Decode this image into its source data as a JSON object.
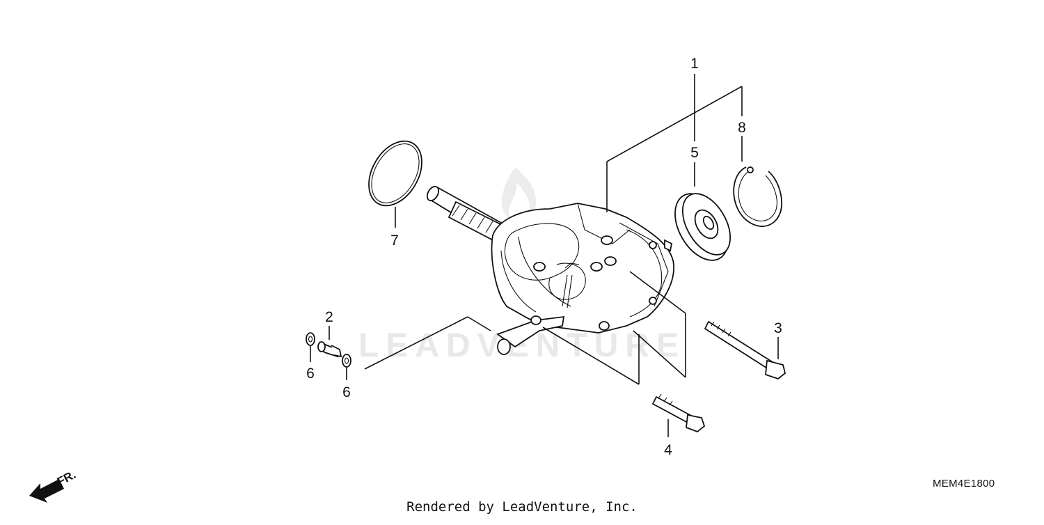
{
  "callouts": {
    "c1": "1",
    "c2": "2",
    "c3": "3",
    "c4": "4",
    "c5": "5",
    "c6a": "6",
    "c6b": "6",
    "c7": "7",
    "c8": "8"
  },
  "direction": {
    "label": "FR."
  },
  "watermark": "LEADVENTURE",
  "diagram_code": "MEM4E1800",
  "footer": "Rendered by LeadVenture, Inc.",
  "colors": {
    "ink": "#111111",
    "watermark": "#e6e6e6",
    "background": "#ffffff"
  }
}
